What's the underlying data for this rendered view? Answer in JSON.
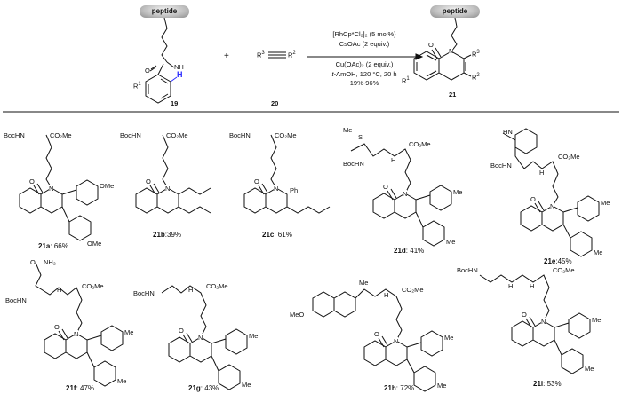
{
  "reaction": {
    "badge_left": "peptide",
    "badge_right": "peptide",
    "plus": "+",
    "alkyne_r3": "R",
    "alkyne_r3_sup": "3",
    "alkyne_r2": "R",
    "alkyne_r2_sup": "2",
    "substrate_label": "19",
    "alkyne_label": "20",
    "product_label": "21",
    "r1": "R",
    "r1_sup": "1",
    "h": "H",
    "nh": "N",
    "nh_h": "H",
    "o": "O",
    "n": "N",
    "p_r3": "R",
    "p_r3_sup": "3",
    "p_r2": "R",
    "p_r2_sup": "2",
    "conditions": {
      "line1": "[RhCp*Cl₂]₂ (5 mol%)",
      "line2": "CsOAc (2 equiv.)",
      "line3": "Cu(OAc)₂ (2 equiv.)",
      "line4_italic": "t",
      "line4_rest": "-AmOH, 120 °C, 20 h",
      "line5": "19%-96%"
    }
  },
  "compounds": [
    {
      "id": "21a",
      "yield": " 66%"
    },
    {
      "id": "21b",
      "yield": ":39%"
    },
    {
      "id": "21c",
      "yield": ": 61%"
    },
    {
      "id": "21d",
      "yield": ": 41%"
    },
    {
      "id": "21e",
      "yield": ":45%"
    },
    {
      "id": "21f",
      "yield": ": 47%"
    },
    {
      "id": "21g",
      "yield": ": 43%"
    },
    {
      "id": "21h",
      "yield": ": 72%"
    },
    {
      "id": "21i",
      "yield": ": 53%"
    }
  ],
  "labels": {
    "bochn": "BocHN",
    "co2me": "CO₂Me",
    "boc_nh": "BocHN",
    "ome": "OMe",
    "me": "Me",
    "ph": "Ph",
    "s": "S",
    "nh": "NH",
    "hn": "HN",
    "n": "N",
    "o": "O",
    "h": "H",
    "nh2": "NH₂",
    "meo": "MeO",
    "me_s": "Me"
  }
}
